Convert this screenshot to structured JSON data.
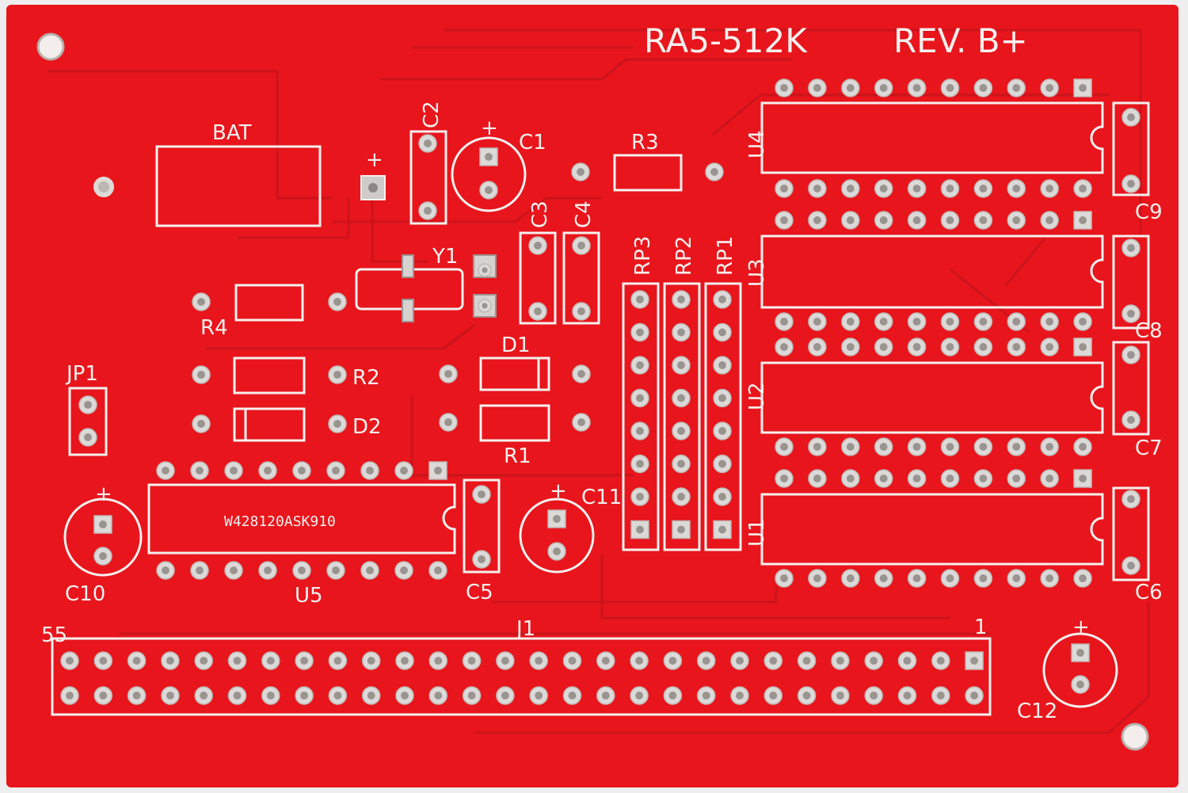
{
  "board": {
    "title": "RA5-512K",
    "revision": "REV. B+",
    "colors": {
      "background": "#eeeeee",
      "solder_mask": "#e8151c",
      "solder_mask_dark": "#cf1218",
      "silkscreen": "#f4f0ee",
      "pad_ring": "#dcdad8",
      "pad_hole": "#9a9490"
    }
  },
  "labels": {
    "bat": "BAT",
    "c1": "C1",
    "c2": "C2",
    "c3": "C3",
    "c4": "C4",
    "c5": "C5",
    "c6": "C6",
    "c7": "C7",
    "c8": "C8",
    "c9": "C9",
    "c10": "C10",
    "c11": "C11",
    "c12": "C12",
    "r1": "R1",
    "r2": "R2",
    "r3": "R3",
    "r4": "R4",
    "d1": "D1",
    "d2": "D2",
    "y1": "Y1",
    "jp1": "JP1",
    "rp1": "RP1",
    "rp2": "RP2",
    "rp3": "RP3",
    "u1": "U1",
    "u2": "U2",
    "u3": "U3",
    "u4": "U4",
    "u5": "U5",
    "u5_chip": "W428120ASK910",
    "j1": "J1",
    "j1_pin_first": "1",
    "j1_pin_last": "55",
    "plus": "+"
  }
}
